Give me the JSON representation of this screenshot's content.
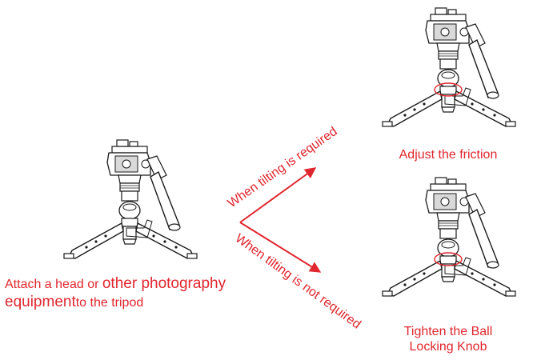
{
  "instruction": {
    "part1": "Attach a head or ",
    "part2": "other photography",
    "part3": "equipment",
    "part4": "to the tripod"
  },
  "branch_up": {
    "label": "When tilting is required",
    "result": "Adjust the friction"
  },
  "branch_down": {
    "label": "When tilting is not required",
    "result_line1": "Tighten the Ball",
    "result_line2": "Locking Knob"
  },
  "colors": {
    "accent": "#e0262e",
    "line_art": "#1a1a1a"
  },
  "icons": [
    "tripod-with-video-head",
    "curved-arrow-up-right",
    "arrow-down-right"
  ]
}
